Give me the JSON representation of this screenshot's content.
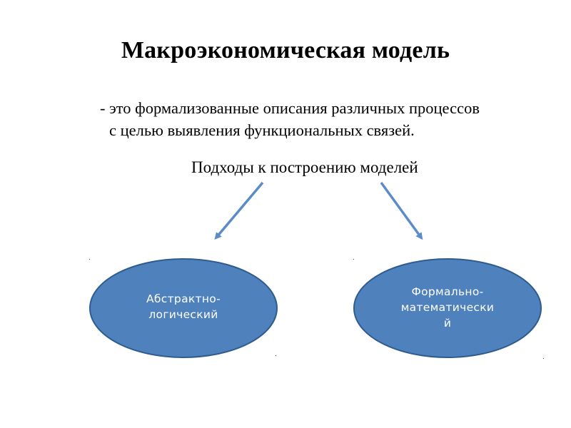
{
  "slide": {
    "title": "Макроэкономическая модель",
    "definition_line1": "- это формализованные описания различных процессов",
    "definition_line2": "с целью выявления функциональных связей.",
    "subtitle": "Подходы к построению моделей"
  },
  "nodes": [
    {
      "label": "Абстрактно-\nлогический"
    },
    {
      "label": "Формально-\nматематически\nй"
    }
  ],
  "colors": {
    "node_fill": "#4f81bd",
    "node_stroke": "#2e5c8f",
    "arrow": "#5b8bc9",
    "text": "#000000"
  }
}
